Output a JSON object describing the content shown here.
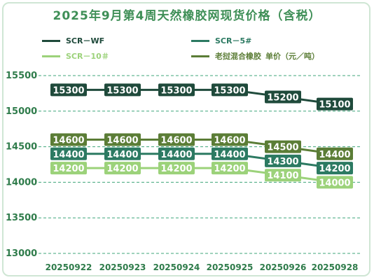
{
  "chart_data": {
    "type": "line",
    "title": "2025年9月第4周天然橡胶网现货价格（含税）",
    "xlabel": "",
    "ylabel": "",
    "unit_label": "单价（元／吨）",
    "categories": [
      "20250922",
      "20250923",
      "20250924",
      "20250925",
      "20250926",
      "20250928"
    ],
    "ylim": [
      13000,
      15500
    ],
    "yticks": [
      13000,
      13500,
      14000,
      14500,
      15000,
      15500
    ],
    "grid": true,
    "legend_placement": "top",
    "series": [
      {
        "name": "SCR－WF",
        "color": "#1f4a3b",
        "values": [
          15300,
          15300,
          15300,
          15300,
          15200,
          15100
        ]
      },
      {
        "name": "SCR－5#",
        "color": "#2c7a62",
        "values": [
          14400,
          14400,
          14400,
          14400,
          14300,
          14200
        ]
      },
      {
        "name": "SCR－10＃",
        "color": "#9cd27a",
        "values": [
          14200,
          14200,
          14200,
          14200,
          14100,
          14000
        ]
      },
      {
        "name": "老挝混合橡胶",
        "color": "#5b7d36",
        "values": [
          14600,
          14600,
          14600,
          14600,
          14500,
          14400
        ]
      }
    ]
  }
}
